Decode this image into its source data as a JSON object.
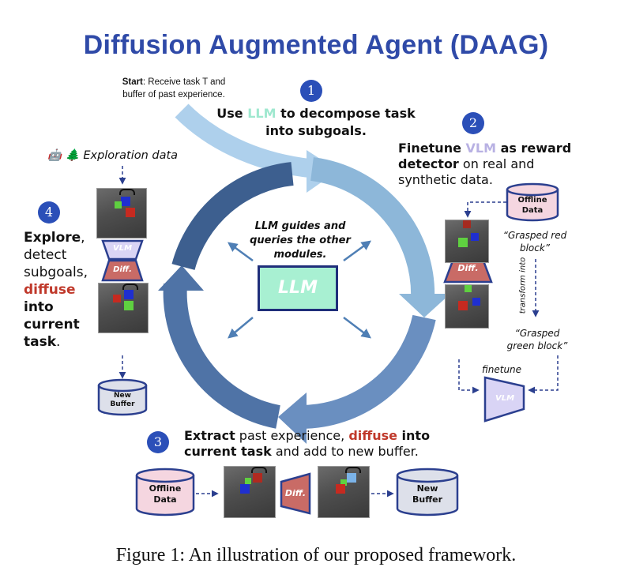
{
  "title": "Diffusion Augmented Agent (DAAG)",
  "start": {
    "bold": "Start",
    "text": ": Receive task T and",
    "text2": "buffer of past experience."
  },
  "steps": {
    "s1": {
      "number": "1",
      "pre": "Use ",
      "llm": "LLM",
      "post": " to decompose task",
      "line2": "into subgoals."
    },
    "s2": {
      "number": "2",
      "b1": "Finetune ",
      "vlm": "VLM",
      "b2": " as reward",
      "b3": "detector",
      "t1": " on real and",
      "t2": "synthetic data."
    },
    "s3": {
      "number": "3",
      "b1": "Extract",
      "t1": " past experience, ",
      "diffuse": "diffuse",
      "b2": " into",
      "b3": "current task",
      "t2": " and add to new buffer."
    },
    "s4": {
      "number": "4",
      "explore": "Explore",
      "comma": ",",
      "l2": "detect",
      "l3": "subgoals,",
      "diffuse": "diffuse",
      "l5": "into",
      "l6": "current",
      "l7": "task",
      "dot": "."
    }
  },
  "exploration": {
    "icons": "🤖 🌲",
    "label": "Exploration data"
  },
  "center": {
    "note_l1": "LLM guides and",
    "note_l2": "queries the other",
    "note_l3": "modules.",
    "box": "LLM"
  },
  "modules": {
    "vlm": "VLM",
    "diff": "Diff.",
    "finetune": "finetune"
  },
  "databases": {
    "offline_l1": "Offline",
    "offline_l2": "Data",
    "new_l1": "New",
    "new_l2": "Buffer"
  },
  "quotes": {
    "red_l1": "“Grasped red",
    "red_l2": "block”",
    "transform": "transform into",
    "green_l1": "“Grasped",
    "green_l2": "green block”"
  },
  "caption": "Figure 1:  An illustration of our proposed framework.",
  "colors": {
    "title": "#2f4aa8",
    "badge": "#2b4fb8",
    "diffuse_red": "#c0392b",
    "llm_mint": "#a8f0d2",
    "vlm_lavender": "#d9d4f5",
    "diff_red": "#c96b66",
    "offline_pink": "#f5d6e0",
    "new_buffer_gray": "#dde0ea",
    "ring_light": "#aed0ec",
    "ring_mid": "#8db7d9",
    "ring_dark": "#3d5f8f"
  }
}
